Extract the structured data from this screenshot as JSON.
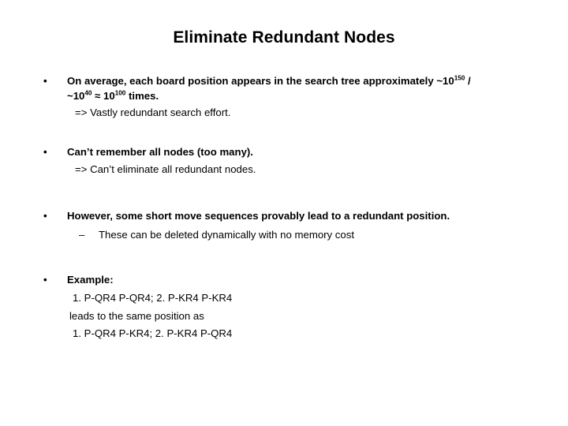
{
  "slide": {
    "title": "Eliminate Redundant Nodes",
    "bullet_marker": "•",
    "dash_marker": "–",
    "background_color": "#ffffff",
    "text_color": "#000000",
    "bullets": [
      {
        "id": "redundancy-factor",
        "main_text_part1": "On average, each board position appears in the search tree approximately ~10",
        "main_exp1": "150",
        "main_text_part2": " / ~10",
        "main_exp2": "40",
        "main_text_part3": " ≈ 10",
        "main_exp3": "100",
        "main_text_part4": " times.",
        "sub_text": "=> Vastly redundant search effort."
      },
      {
        "id": "cannot-remember",
        "main_text": "Can’t remember all nodes (too many).",
        "sub_text": "=> Can’t eliminate all redundant nodes."
      },
      {
        "id": "short-move-sequences",
        "main_text": "However, some short move sequences provably lead to a redundant position.",
        "dash_text": "These can be deleted dynamically with no memory cost"
      },
      {
        "id": "example",
        "main_text": "Example:",
        "line_1": "1.  P-QR4 P-QR4;  2. P-KR4 P-KR4",
        "line_2": "leads to the same position as",
        "line_3": "1. P-QR4 P-KR4;  2. P-KR4 P-QR4"
      }
    ]
  }
}
